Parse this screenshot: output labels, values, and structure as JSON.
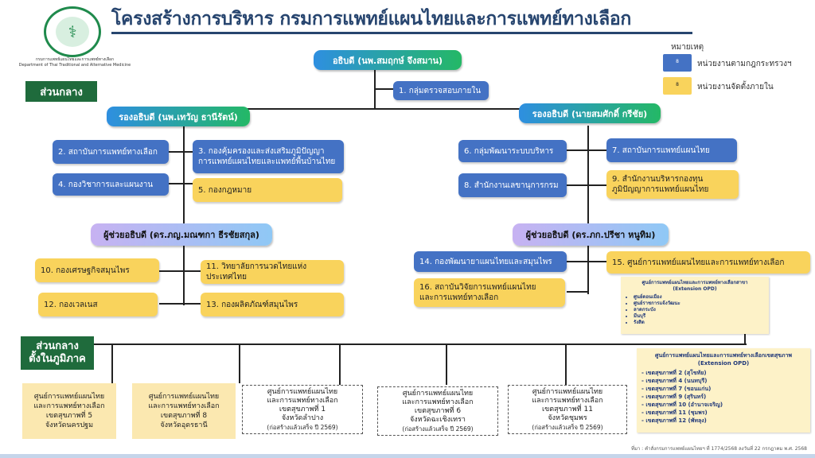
{
  "title": "โครงสร้างการบริหาร กรมการแพทย์แผนไทยและการแพทย์ทางเลือก",
  "department": "กรมการแพทย์แผนไทยและการแพทย์ทางเลือก",
  "department_en": "Department of Thai Traditional and Alternative Medicine",
  "legend": {
    "title": "หมายเหตุ",
    "items": [
      {
        "swatch": "8",
        "color": "#4472c4",
        "label": "หน่วยงานตามกฎกระทรวงฯ"
      },
      {
        "swatch": "8",
        "color": "#f9d35c",
        "label": "หน่วยงานจัดตั้งภายใน"
      }
    ]
  },
  "sections": {
    "central": "ส่วนกลาง",
    "regional": "ส่วนกลาง\nตั้งในภูมิภาค"
  },
  "director_general": "อธิบดี (นพ.สมฤกษ์ จึงสมาน)",
  "deputies": {
    "left": "รองอธิบดี (นพ.เทวัญ ธานีรัตน์)",
    "right": "รองอธิบดี (นายสมศักดิ์ กรีชัย)"
  },
  "assistants": {
    "left": "ผู้ช่วยอธิบดี (ดร.ภญ.มณฑกา ธีรชัยสกุล)",
    "right": "ผู้ช่วยอธิบดี (ดร.ภก.ปรีชา หนูทิม)"
  },
  "units": {
    "u1": "1. กลุ่มตรวจสอบภายใน",
    "u2": "2. สถาบันการแพทย์ทางเลือก",
    "u3": "3. กองคุ้มครองและส่งเสริมภูมิปัญญา\nการแพทย์แผนไทยและแพทย์พื้นบ้านไทย",
    "u4": "4. กองวิชาการและแผนงาน",
    "u5": "5. กองกฎหมาย",
    "u6": "6. กลุ่มพัฒนาระบบบริหาร",
    "u7": "7. สถาบันการแพทย์แผนไทย",
    "u8": "8. สำนักงานเลขานุการกรม",
    "u9": "9. สำนักงานบริหารกองทุน\nภูมิปัญญาการแพทย์แผนไทย",
    "u10": "10. กองเศรษฐกิจสมุนไพร",
    "u11": "11. วิทยาลัยการนวดไทยแห่งประเทศไทย",
    "u12": "12. กองเวลเนส",
    "u13": "13. กองผลิตภัณฑ์สมุนไพร",
    "u14": "14. กองพัฒนายาแผนไทยและสมุนไพร",
    "u15": "15. ศูนย์การแพทย์แผนไทยและการแพทย์ทางเลือก",
    "u16": "16. สถาบันวิจัยการแพทย์แผนไทย\nและการแพทย์ทางเลือก"
  },
  "branch_note": {
    "header": "ศูนย์การแพทย์แผนไทยและการแพทย์ทางเลือกสาขา\n(Extension OPD)",
    "items": [
      "ศูนย์ดอนเมือง",
      "ศูนย์ราชการแจ้งวัฒนะ",
      "ลาดกระบัง",
      "มีนบุรี",
      "รังสิต"
    ]
  },
  "health_zone_note": {
    "header": "ศูนย์การแพทย์แผนไทยและการแพทย์ทางเลือกเขตสุขภาพ\n(Extension OPD)",
    "items": [
      "- เขตสุขภาพที่ 2 (สุโขทัย)",
      "- เขตสุขภาพที่ 4 (นนทบุรี)",
      "- เขตสุขภาพที่ 7 (ขอนแก่น)",
      "- เขตสุขภาพที่ 9 (สุรินทร์)",
      "- เขตสุขภาพที่ 10 (อำนาจเจริญ)",
      "- เขตสุขภาพที่ 11 (ชุมพร)",
      "- เขตสุขภาพที่ 12 (พัทลุง)"
    ]
  },
  "regional_centers": [
    {
      "lines": [
        "ศูนย์การแพทย์แผนไทย",
        "และการแพทย์ทางเลือก",
        "เขตสุขภาพที่ 5",
        "จังหวัดนครปฐม"
      ],
      "note": ""
    },
    {
      "lines": [
        "ศูนย์การแพทย์แผนไทย",
        "และการแพทย์ทางเลือก",
        "เขตสุขภาพที่ 8",
        "จังหวัดอุดรธานี"
      ],
      "note": ""
    },
    {
      "lines": [
        "ศูนย์การแพทย์แผนไทย",
        "และการแพทย์ทางเลือก",
        "เขตสุขภาพที่ 1",
        "จังหวัดลำปาง"
      ],
      "note": "(ก่อสร้างแล้วเสร็จ ปี 2569)"
    },
    {
      "lines": [
        "ศูนย์การแพทย์แผนไทย",
        "และการแพทย์ทางเลือก",
        "เขตสุขภาพที่ 6",
        "จังหวัดฉะเชิงเทรา"
      ],
      "note": "(ก่อสร้างแล้วเสร็จ ปี 2569)"
    },
    {
      "lines": [
        "ศูนย์การแพทย์แผนไทย",
        "และการแพทย์ทางเลือก",
        "เขตสุขภาพที่ 11",
        "จังหวัดชุมพร"
      ],
      "note": "(ก่อสร้างแล้วเสร็จ ปี 2569)"
    }
  ],
  "source": "ที่มา : คำสั่งกรมการแพทย์แผนไทยฯ ที่ 1774/2568 ลงวันที่ 22 กรกฎาคม พ.ศ. 2568"
}
